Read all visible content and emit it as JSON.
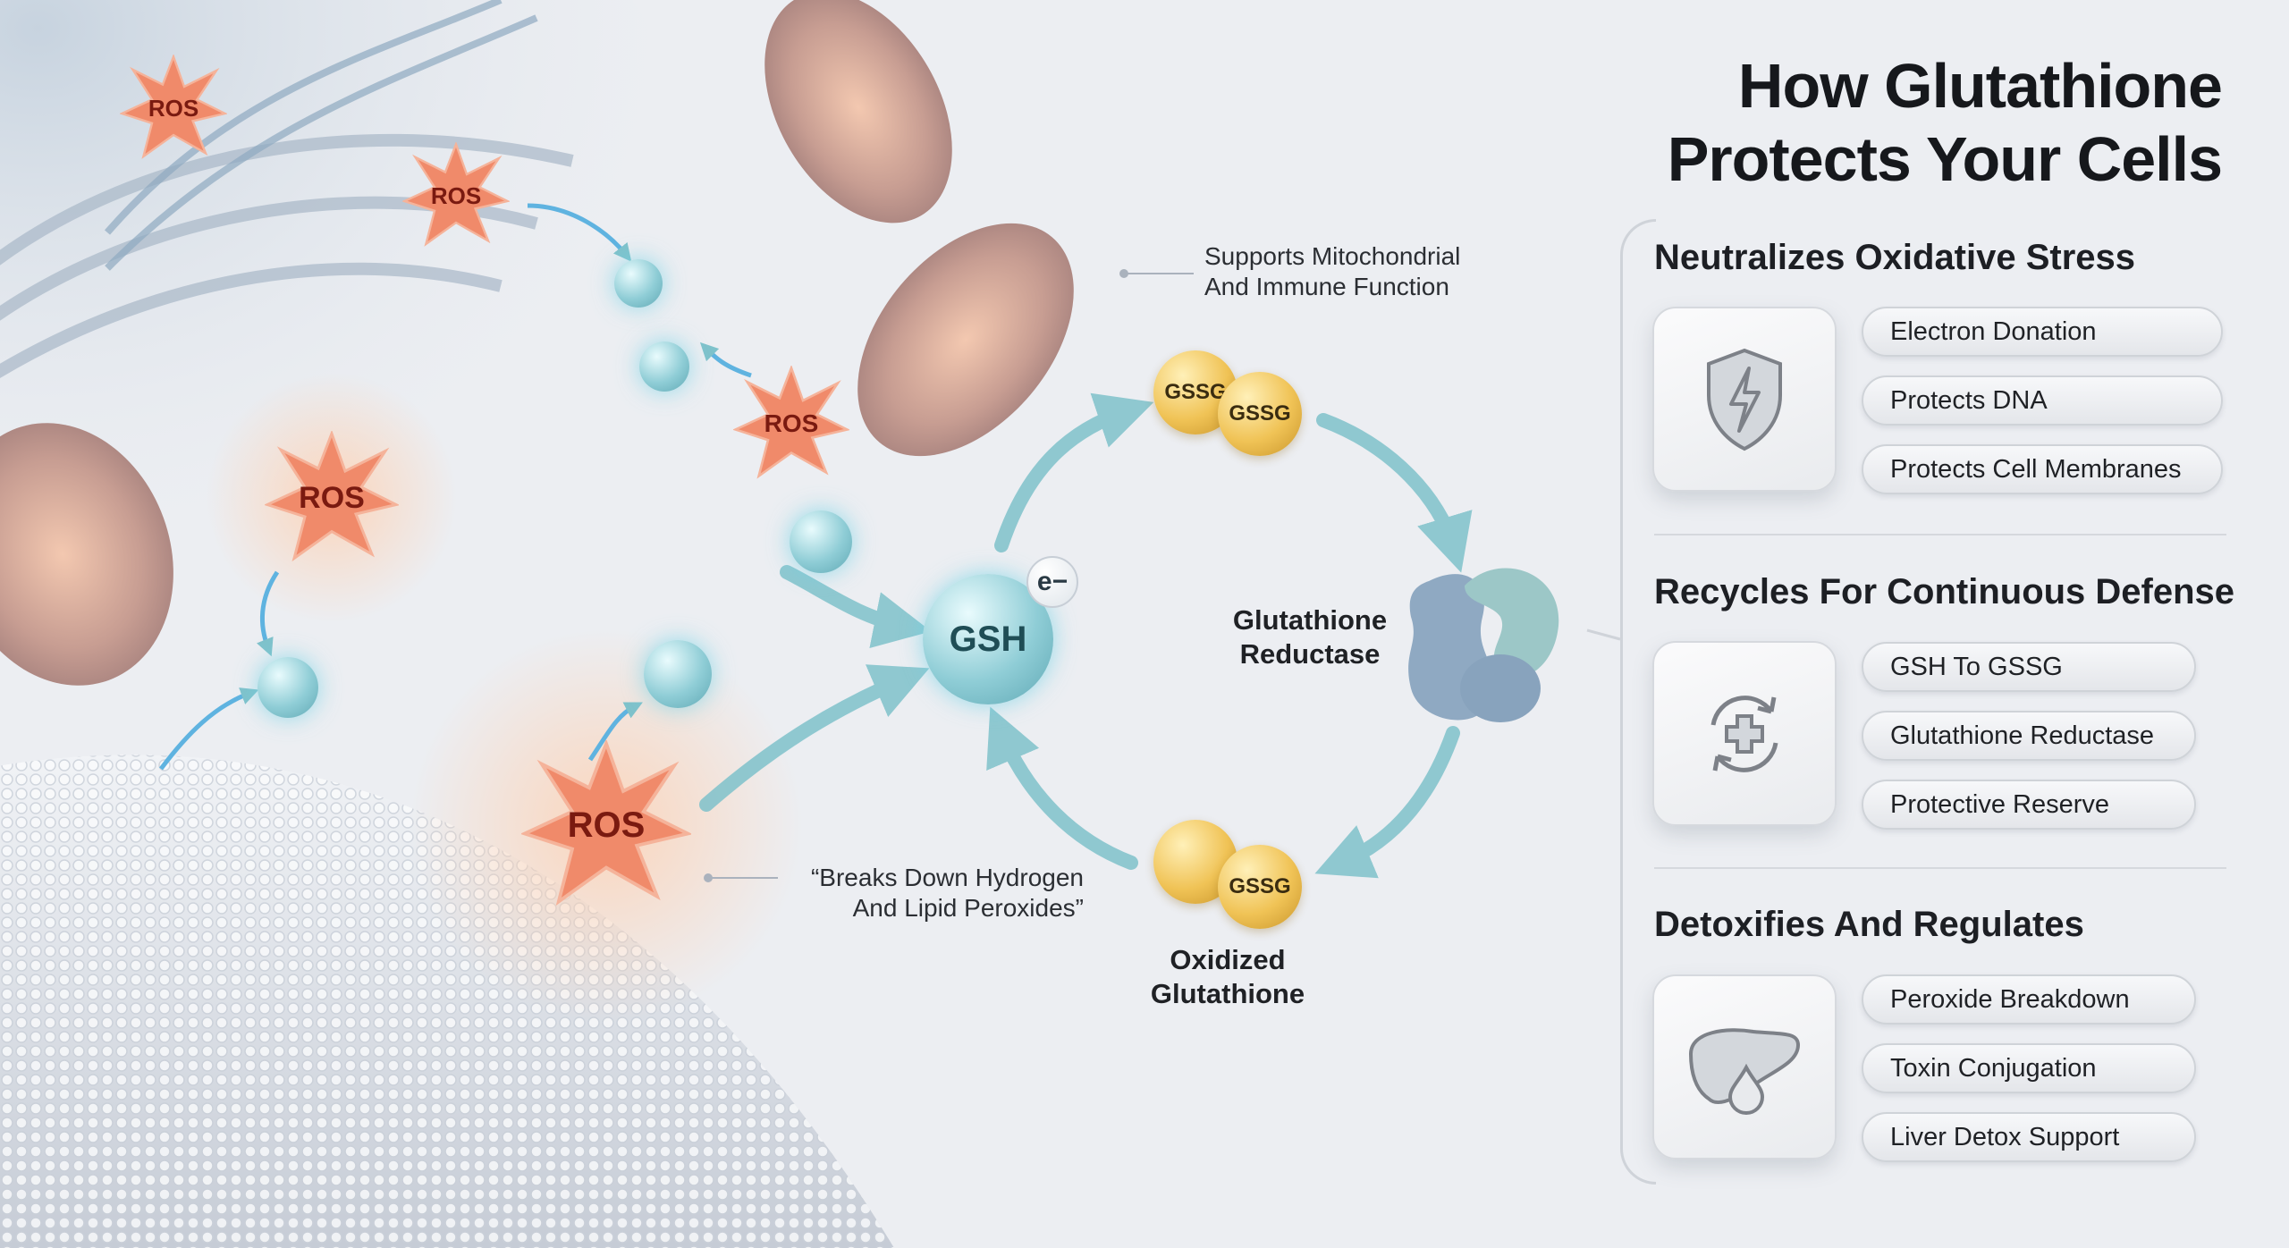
{
  "title": {
    "line1": "How Glutathione",
    "line2": "Protects Your Cells"
  },
  "sections": [
    {
      "heading": "Neutralizes Oxidative Stress",
      "icon": "shield-lightning-icon",
      "items": [
        "Electron Donation",
        "Protects DNA",
        "Protects Cell Membranes"
      ]
    },
    {
      "heading": "Recycles For Continuous Defense",
      "icon": "recycle-plus-icon",
      "items": [
        "GSH To GSSG",
        "Glutathione Reductase",
        "Protective Reserve"
      ]
    },
    {
      "heading": "Detoxifies And Regulates",
      "icon": "liver-drop-icon",
      "items": [
        "Peroxide Breakdown",
        "Toxin Conjugation",
        "Liver Detox Support"
      ]
    }
  ],
  "cycle": {
    "gsh": "GSH",
    "electron": "e−",
    "gssg_top": [
      "GSSG",
      "GSSG"
    ],
    "gssg_bottom": "GSSG",
    "enzyme_label": {
      "line1": "Glutathione",
      "line2": "Reductase"
    },
    "oxidized_label": {
      "line1": "Oxidized",
      "line2": "Glutathione"
    }
  },
  "notes": {
    "mito": {
      "line1": "Supports Mitochondrial",
      "line2": "And Immune Function"
    },
    "peroxide": {
      "line1": "“Breaks Down Hydrogen",
      "line2": "And Lipid Peroxides”"
    }
  },
  "ros_label": "ROS",
  "colors": {
    "teal": "#7fc2cb",
    "gold": "#f0c356",
    "ros": "#f08a6a",
    "text": "#1b1d21"
  }
}
